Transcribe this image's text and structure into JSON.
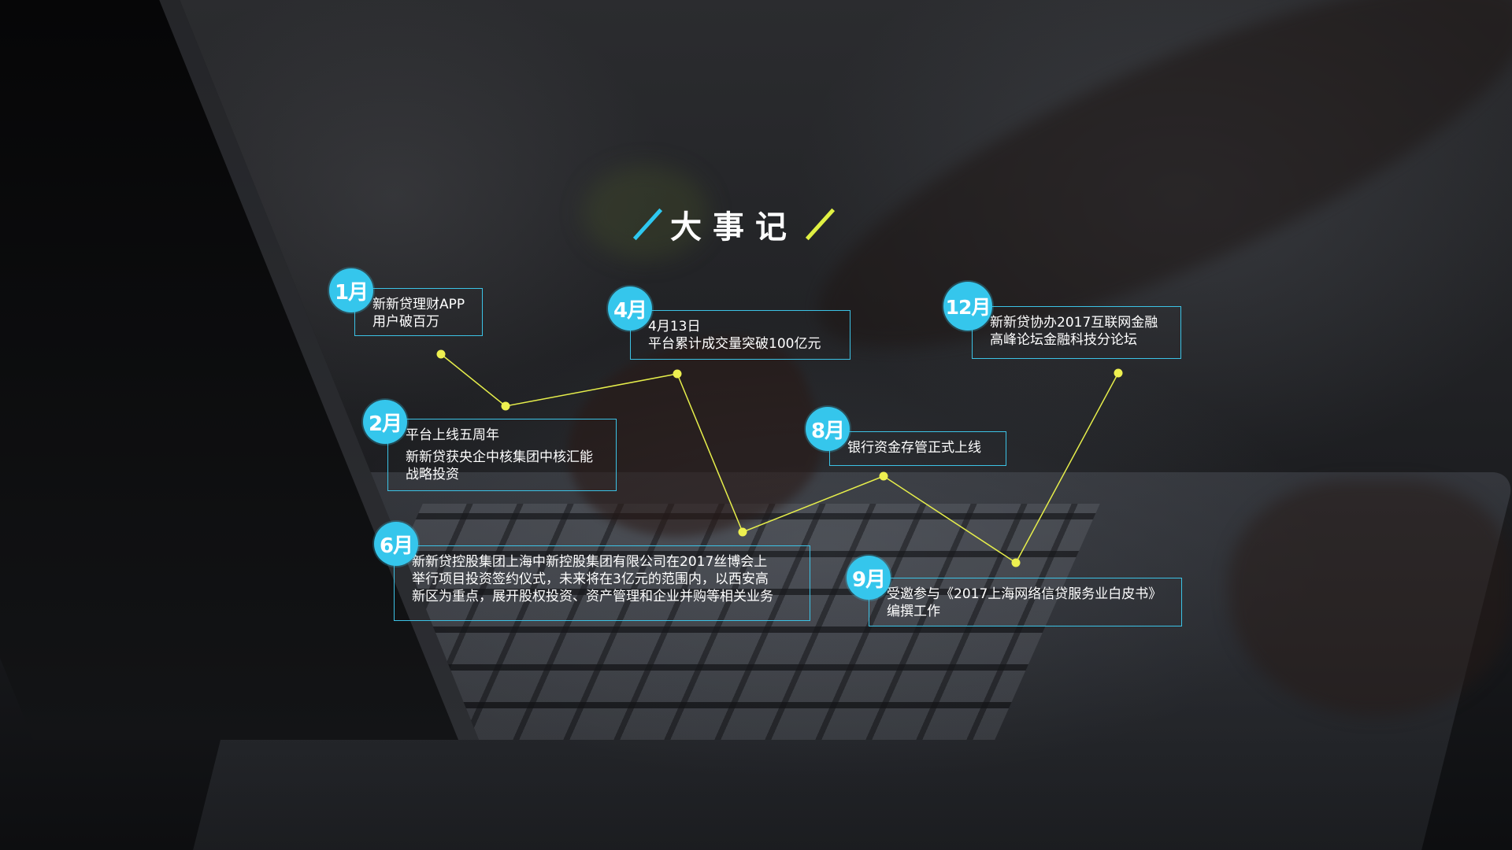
{
  "title": "大事记",
  "colors": {
    "accent_cyan": "#35c6ec",
    "accent_yellow": "#e0f043",
    "line": "#e6ee4b"
  },
  "events": [
    {
      "month": "1月",
      "lines": [
        "新新贷理财APP",
        "用户破百万"
      ]
    },
    {
      "month": "2月",
      "lines": [
        "平台上线五周年",
        "新新贷获央企中核集团中核汇能",
        "战略投资"
      ]
    },
    {
      "month": "4月",
      "lines": [
        "4月13日",
        "平台累计成交量突破100亿元"
      ]
    },
    {
      "month": "6月",
      "lines": [
        "新新贷控股集团上海中新控股集团有限公司在2017丝博会上",
        "举行项目投资签约仪式，未来将在3亿元的范围内，以西安高",
        "新区为重点，展开股权投资、资产管理和企业并购等相关业务"
      ]
    },
    {
      "month": "8月",
      "lines": [
        "银行资金存管正式上线"
      ]
    },
    {
      "month": "9月",
      "lines": [
        "受邀参与《2017上海网络信贷服务业白皮书》",
        "编撰工作"
      ]
    },
    {
      "month": "12月",
      "lines": [
        "新新贷协办2017互联网金融",
        "高峰论坛金融科技分论坛"
      ]
    }
  ]
}
